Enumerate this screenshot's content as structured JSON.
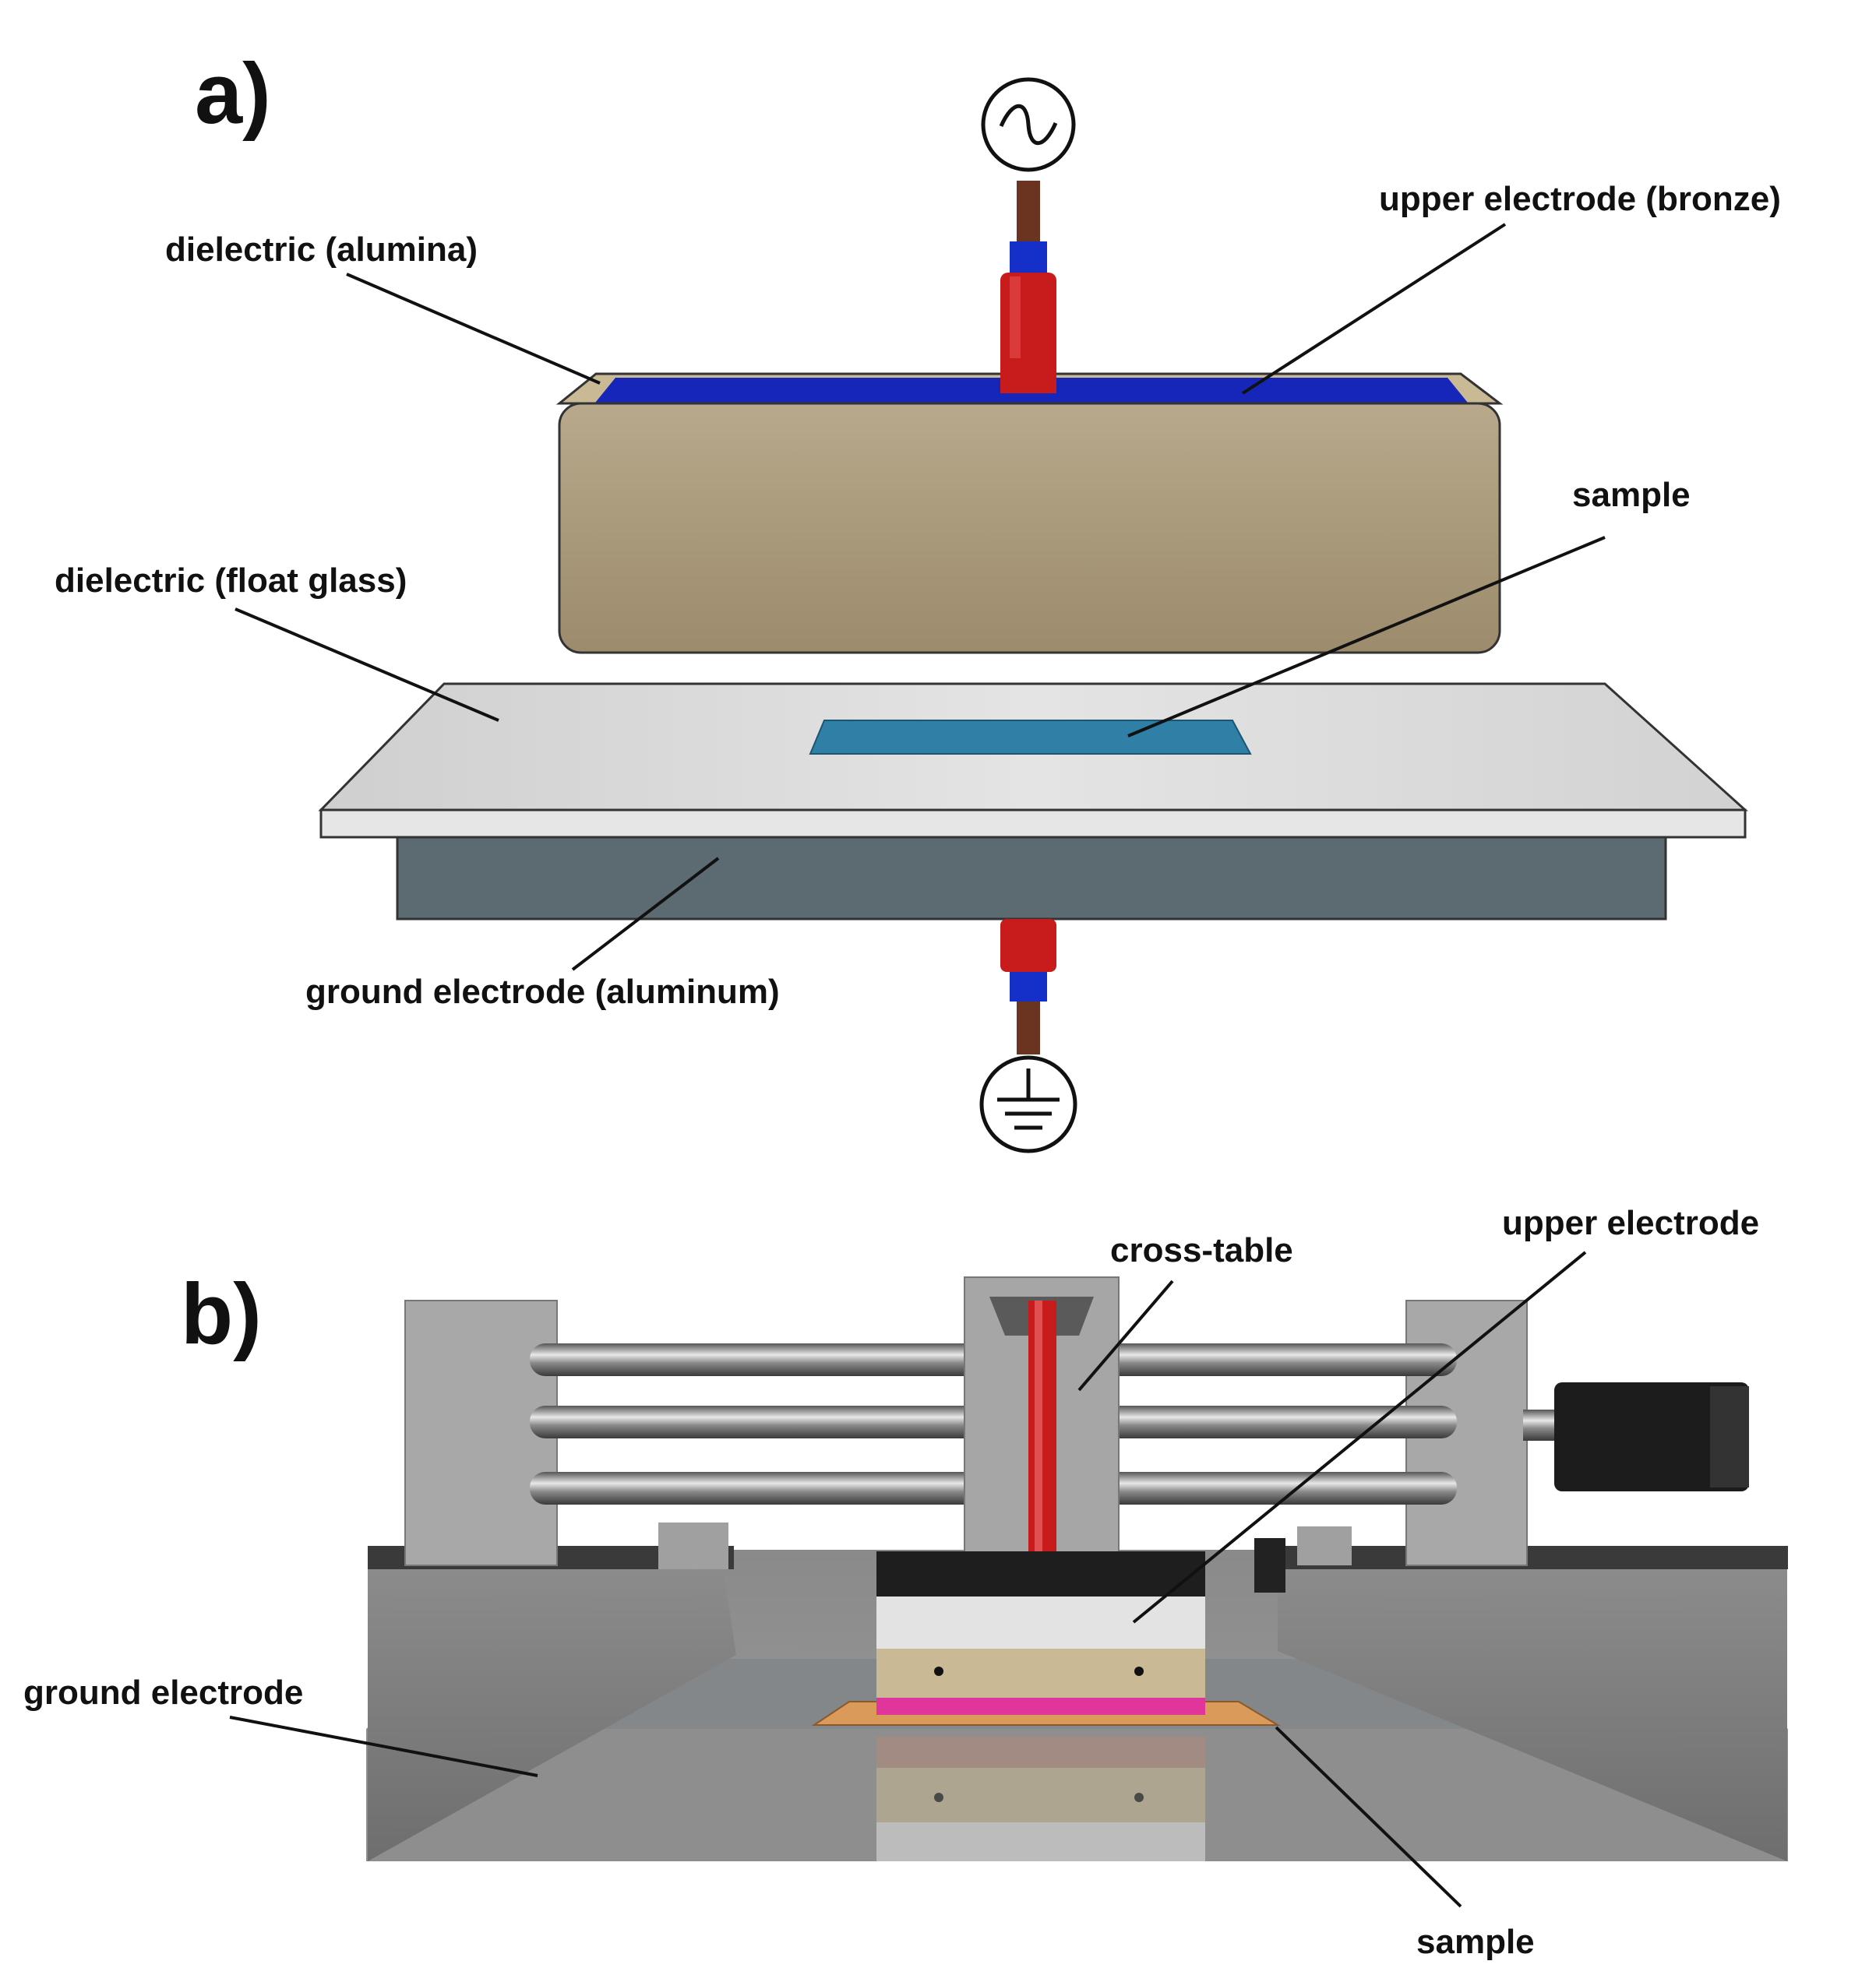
{
  "panel_a": {
    "label": "a)",
    "callouts": {
      "dielectric_alumina": "dielectric (alumina)",
      "upper_electrode_bronze": "upper electrode (bronze)",
      "sample": "sample",
      "dielectric_float_glass": "dielectric (float glass)",
      "ground_electrode_aluminum": "ground electrode (aluminum)"
    },
    "symbols": {
      "top": "ac-source-icon",
      "bottom": "ground-icon"
    }
  },
  "panel_b": {
    "label": "b)",
    "callouts": {
      "cross_table": "cross-table",
      "upper_electrode": "upper electrode",
      "ground_electrode": "ground electrode",
      "sample": "sample"
    }
  },
  "colors": {
    "bronze_dielectric": "#a8977a",
    "upper_electrode": "#1626b8",
    "cable_red": "#c81b1b",
    "cable_blue": "#1530c8",
    "cable_brown": "#6b3420",
    "float_glass": "#d9d9d9",
    "aluminum": "#5c6a72",
    "sample_a": "#2f7fa6",
    "sample_b_pink": "#e0359a",
    "sample_b_orange": "#d99a5a",
    "frame_gray": "#9a9a9a"
  }
}
